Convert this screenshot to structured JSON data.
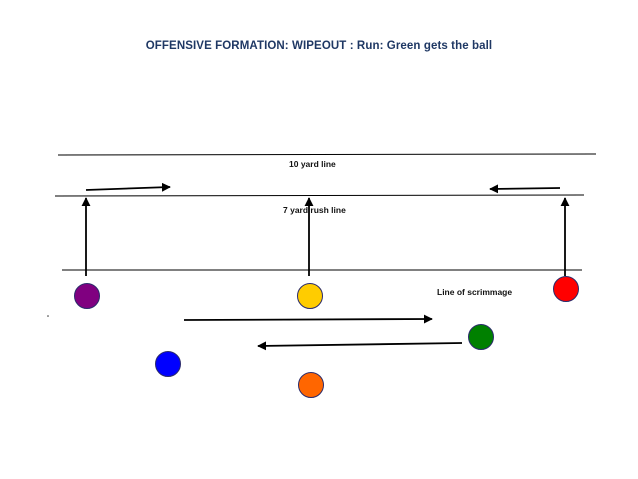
{
  "title": "OFFENSIVE FORMATION: WIPEOUT : Run: Green gets the ball",
  "labels": {
    "ten_yard_line": "10 yard line",
    "rush_line": "7 yard rush line",
    "line_of_scrimmage": "Line of scrimmage"
  },
  "players": [
    {
      "name": "purple-player",
      "color": "#800080"
    },
    {
      "name": "yellow-player",
      "color": "#ffcc00"
    },
    {
      "name": "red-player",
      "color": "#ff0000"
    },
    {
      "name": "blue-player",
      "color": "#0000ff"
    },
    {
      "name": "orange-player",
      "color": "#ff6600"
    },
    {
      "name": "green-player",
      "color": "#008000"
    }
  ]
}
